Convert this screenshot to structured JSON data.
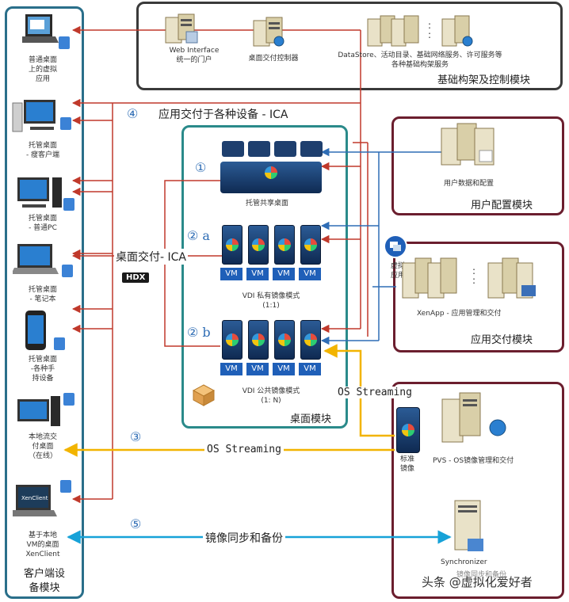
{
  "client_module": {
    "title_line1": "客户端设",
    "title_line2": "备模块",
    "devices": [
      {
        "label": [
          "普通桌面",
          "上的虚拟",
          "应用"
        ]
      },
      {
        "label": [
          "托管桌面",
          "- 瘦客户端"
        ]
      },
      {
        "label": [
          "托管桌面",
          "- 普通PC"
        ]
      },
      {
        "label": [
          "托管桌面",
          "- 笔记本"
        ]
      },
      {
        "label": [
          "托管桌面",
          "-各种手",
          "持设备"
        ]
      },
      {
        "label": [
          "本地流交",
          "付桌面",
          "（在线）"
        ]
      },
      {
        "label": [
          "基于本地",
          "VM的桌面",
          "XenClient"
        ]
      }
    ],
    "xenclient_screen": "XenClient"
  },
  "infra_module": {
    "title": "基础构架及控制模块",
    "web_interface_line1": "Web Interface",
    "web_interface_line2": "统一的门户",
    "controller": "桌面交付控制器",
    "datastore_line1": "DataStore、活动目录、基础网络服务、许可服务等",
    "datastore_line2": "各种基础构架服务",
    "dots": ":"
  },
  "user_config_module": {
    "title": "用户配置模块",
    "label": "用户数据和配置"
  },
  "app_module": {
    "title": "应用交付模块",
    "virtual_app_line1": "虚拟",
    "virtual_app_line2": "应用",
    "label": "XenApp - 应用管理和交付",
    "dots": ":"
  },
  "desktop_module": {
    "title": "桌面模块",
    "shared_label": "托管共享桌面",
    "private_label_line1": "VDI 私有镜像模式",
    "private_label_line2": "(1:1)",
    "public_label_line1": "VDI 公共镜像模式",
    "public_label_line2": "(1: N)",
    "vm": "VM"
  },
  "pvs_module": {
    "standard_image_line1": "标准",
    "standard_image_line2": "镜像",
    "pvs_label": "PVS - OS镜像管理和交付",
    "synchronizer": "Synchronizer",
    "sync_sub": "镜像同步和备份"
  },
  "labels": {
    "n1": "①",
    "n2a": "② a",
    "n2b": "② b",
    "n3": "③",
    "n4": "④",
    "n5": "⑤",
    "ica_apps": "应用交付于各种设备 - ICA",
    "ica_desktop": "桌面交付- ICA",
    "hdx": "HDX",
    "os_streaming_top": "OS Streaming",
    "os_streaming_mid": "OS Streaming",
    "image_sync": "镜像同步和备份"
  },
  "watermark": "头条 @虚拟化爱好者",
  "colors": {
    "client_border": "#2a6f8a",
    "infra_border": "#3a3a3a",
    "module_border": "#6b1e2e",
    "desktop_border": "#2a8a8a",
    "red_arrow": "#c0392b",
    "blue_arrow": "#2f6db5",
    "yellow_arrow": "#f2b400",
    "cyan_arrow": "#17a2d8"
  }
}
